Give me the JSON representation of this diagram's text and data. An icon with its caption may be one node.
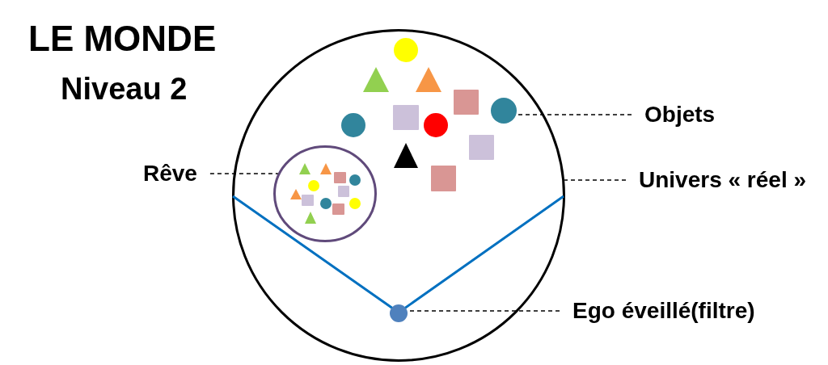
{
  "diagram": {
    "title": "LE MONDE",
    "nodes": [
      {
        "text": [],
        "shape": "circle"
      },
      {
        "text": [],
        "shape": "circle",
        "in": 0
      },
      {
        "text": [
          "Objets"
        ]
      },
      {
        "text": [
          "Rêve"
        ]
      },
      {
        "text": [],
        "shape": "circle",
        "in": 0
      },
      {
        "text": [
          "Univers « réel »"
        ]
      },
      {
        "text": [],
        "shape": "circle",
        "in": 0
      },
      {
        "text": [
          "Ego éveillé(filtre)"
        ]
      }
    ],
    "edges": [
      {
        "from": 2,
        "to": 1,
        "arrow": "none",
        "style": "dashed"
      },
      {
        "from": 3,
        "to": 4,
        "arrow": "none",
        "style": "dashed"
      },
      {
        "from": 5,
        "to": 0,
        "arrow": "none",
        "style": "dashed"
      },
      {
        "from": 7,
        "to": 6,
        "arrow": "none",
        "style": "dashed"
      }
    ],
    "labels": [
      "Niveau 2"
    ]
  }
}
